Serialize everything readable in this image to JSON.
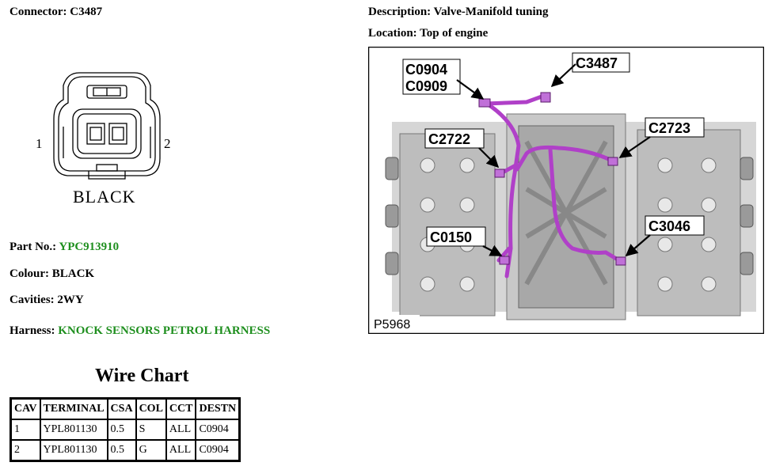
{
  "header": {
    "connector_label": "Connector:",
    "connector_value": "C3487",
    "description_label": "Description:",
    "description_value": "Valve-Manifold tuning",
    "location_label": "Location:",
    "location_value": "Top of engine"
  },
  "connector_diagram": {
    "pin_left": "1",
    "pin_right": "2",
    "color_text": "BLACK"
  },
  "details": {
    "part_label": "Part No.:",
    "part_value": "YPC913910",
    "colour_label": "Colour:",
    "colour_value": "BLACK",
    "cavities_label": "Cavities:",
    "cavities_value": "2WY",
    "harness_label": "Harness:",
    "harness_value": "KNOCK SENSORS PETROL HARNESS"
  },
  "engine_figure": {
    "callouts": [
      "C0904",
      "C0909",
      "C3487",
      "C2722",
      "C2723",
      "C0150",
      "C3046"
    ],
    "figure_id": "P5968",
    "harness_color": "#b040c8"
  },
  "wire_chart": {
    "title": "Wire Chart",
    "headers": [
      "CAV",
      "TERMINAL",
      "CSA",
      "COL",
      "CCT",
      "DESTN"
    ],
    "rows": [
      [
        "1",
        "YPL801130",
        "0.5",
        "S",
        "ALL",
        "C0904"
      ],
      [
        "2",
        "YPL801130",
        "0.5",
        "G",
        "ALL",
        "C0904"
      ]
    ]
  },
  "colors": {
    "link_green": "#1f8f1f"
  }
}
